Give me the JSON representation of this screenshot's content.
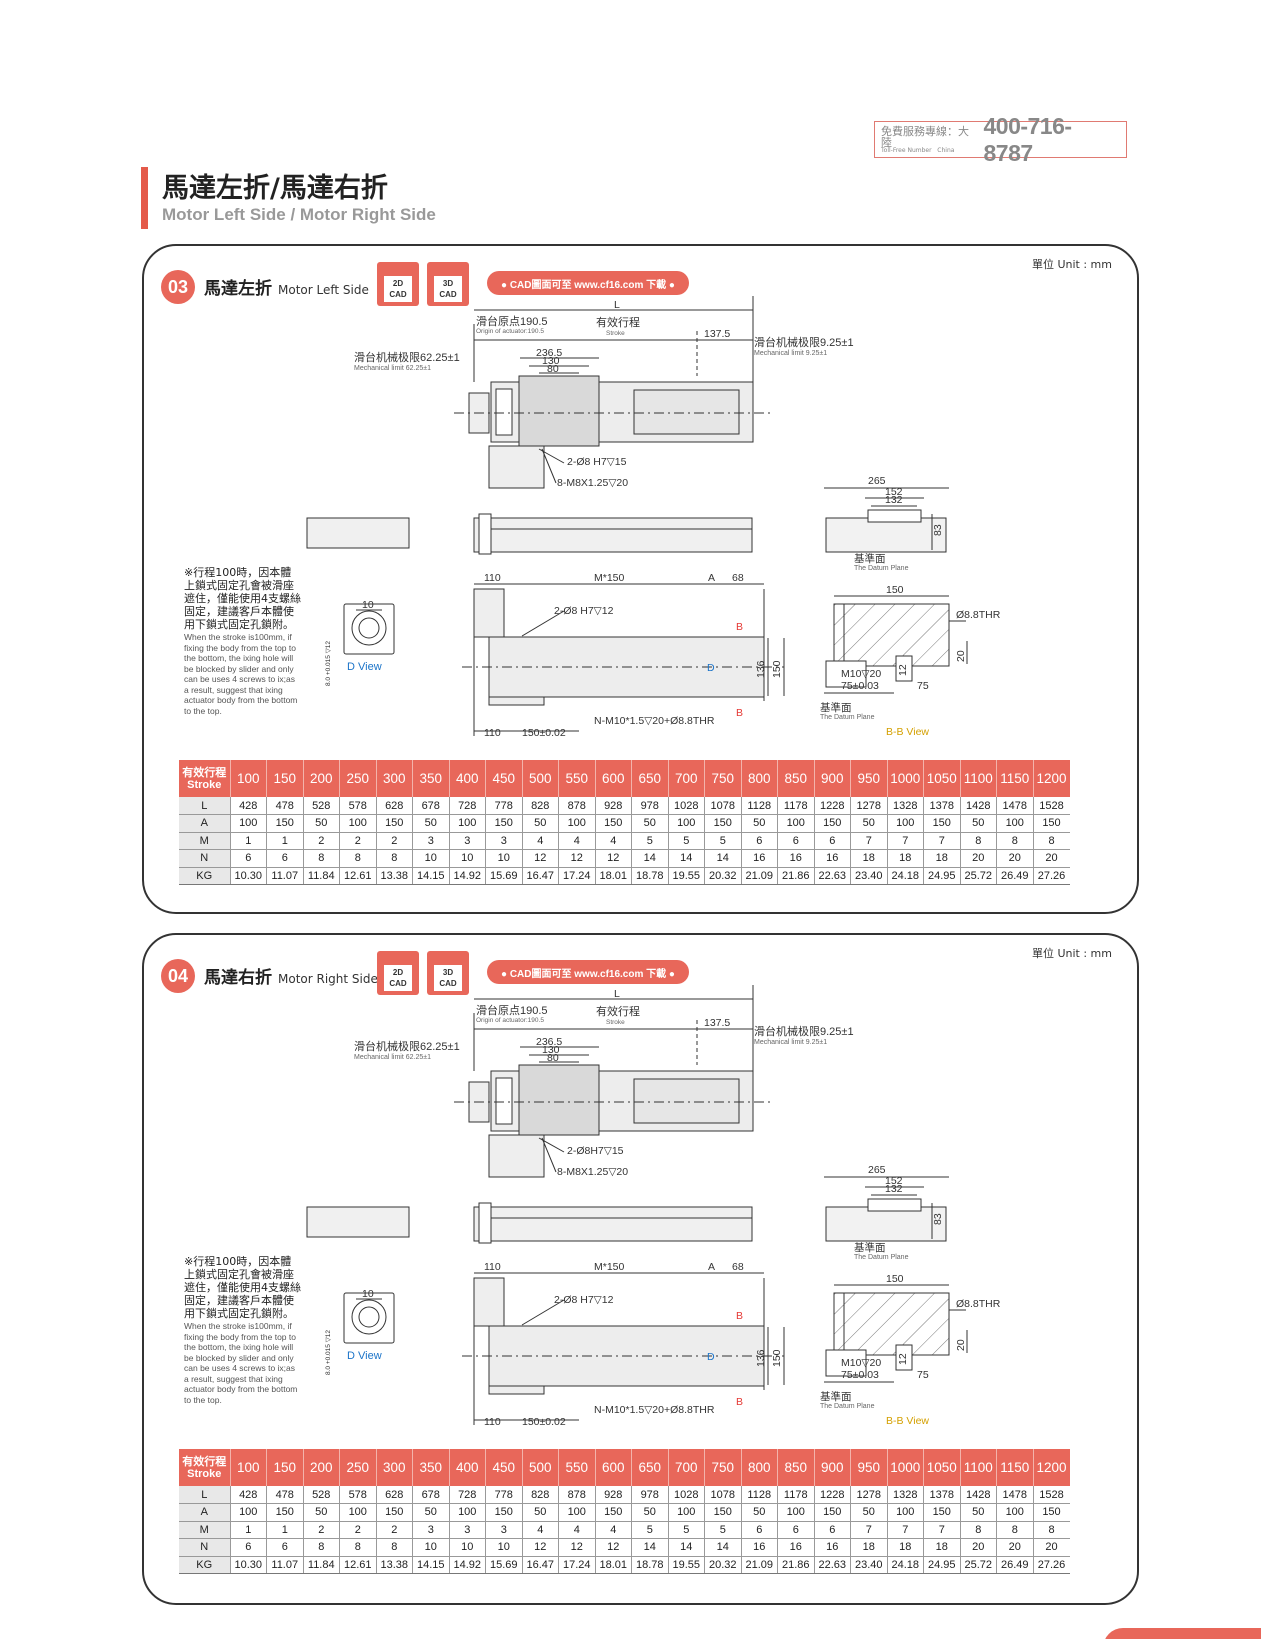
{
  "hotline": {
    "label_zh": "免費服務專線：大陸",
    "label_en": "Toll-Free Number",
    "label_en2": "China",
    "number": "400-716-8787"
  },
  "page_title_zh": "馬達左折/馬達右折",
  "page_title_en": "Motor Left Side / Motor Right Side",
  "sections": [
    {
      "num": "03",
      "title_zh": "馬達左折",
      "title_en": "Motor Left Side",
      "unit": "單位 Unit : mm",
      "cad2d": [
        "2D",
        "CAD"
      ],
      "cad3d": [
        "3D",
        "CAD"
      ],
      "cad_link": "● CAD圖面可至 www.cf16.com 下載 ●",
      "note_zh": "※行程100時，因本體上鎖式固定孔會被滑座遮住，僅能使用4支螺絲固定，建議客戶本體使用下鎖式固定孔鎖附。",
      "note_en": "When the stroke is100mm, if fixing the body from the top to the bottom, the ixing hole will be blocked by slider and only can be uses 4 screws to ix;as a result, suggest that ixing actuator body from the bottom to the top.",
      "dims": {
        "L": "L",
        "origin": "滑台原点190.5",
        "origin_en": "Origin of actuator:190.5",
        "stroke": "有效行程",
        "stroke_en": "Stroke",
        "d1375": "137.5",
        "mech_left": "滑台机械极限62.25±1",
        "mech_left_en": "Mechanical limit 62.25±1",
        "mech_right": "滑台机械极限9.25±1",
        "mech_right_en": "Mechanical limit 9.25±1",
        "d2365": "236.5",
        "d130": "130",
        "d80": "80",
        "hole1": "2-Ø8 H7▽15",
        "hole2": "8-M8X1.25▽20",
        "d265": "265",
        "d152": "152",
        "d132": "132",
        "d83": "83",
        "datum": "基準面",
        "datum_en": "The Datum Plane",
        "d110": "110",
        "m150": "M*150",
        "a": "A",
        "d68": "68",
        "hole3": "2-Ø8 H7▽12",
        "b": "B",
        "d136": "136",
        "d150v": "150",
        "nm10": "N-M10*1.5▽20+Ø8.8THR",
        "d150pm": "150±0.02",
        "d10": "10",
        "dview": "D View",
        "tol": "8.0 +0.015 ▽12",
        "d": "D",
        "bb150": "150",
        "thr": "Ø8.8THR",
        "d20": "20",
        "m10": "M10▽20",
        "d75pm": "75±0.03",
        "d12": "12",
        "d75": "75",
        "bbview": "B-B View"
      }
    },
    {
      "num": "04",
      "title_zh": "馬達右折",
      "title_en": "Motor Right Side",
      "unit": "單位 Unit : mm",
      "cad2d": [
        "2D",
        "CAD"
      ],
      "cad3d": [
        "3D",
        "CAD"
      ],
      "cad_link": "● CAD圖面可至 www.cf16.com 下載 ●",
      "note_zh": "※行程100時，因本體上鎖式固定孔會被滑座遮住，僅能使用4支螺絲固定，建議客戶本體使用下鎖式固定孔鎖附。",
      "note_en": "When the stroke is100mm, if fixing the body from the top to the bottom, the ixing hole will be blocked by slider and only can be uses 4 screws to ix;as a result, suggest that ixing actuator body from the bottom to the top.",
      "dims": {
        "L": "L",
        "origin": "滑台原点190.5",
        "origin_en": "Origin of actuator:190.5",
        "stroke": "有效行程",
        "stroke_en": "Stroke",
        "d1375": "137.5",
        "mech_left": "滑台机械极限62.25±1",
        "mech_left_en": "Mechanical limit 62.25±1",
        "mech_right": "滑台机械极限9.25±1",
        "mech_right_en": "Mechanical limit 9.25±1",
        "d2365": "236.5",
        "d130": "130",
        "d80": "80",
        "hole1": "2-Ø8H7▽15",
        "hole2": "8-M8X1.25▽20",
        "d265": "265",
        "d152": "152",
        "d132": "132",
        "d83": "83",
        "datum": "基準面",
        "datum_en": "The Datum Plane",
        "d110": "110",
        "m150": "M*150",
        "a": "A",
        "d68": "68",
        "hole3": "2-Ø8 H7▽12",
        "b": "B",
        "d136": "136",
        "d150v": "150",
        "nm10": "N-M10*1.5▽20+Ø8.8THR",
        "d150pm": "150±0.02",
        "d10": "10",
        "dview": "D View",
        "tol": "8.0 +0.015 ▽12",
        "d": "D",
        "bb150": "150",
        "thr": "Ø8.8THR",
        "d20": "20",
        "m10": "M10▽20",
        "d75pm": "75±0.03",
        "d12": "12",
        "d75": "75",
        "bbview": "B-B View"
      }
    }
  ],
  "table": {
    "header_zh": "有效行程",
    "header_en": "Stroke",
    "strokes": [
      "100",
      "150",
      "200",
      "250",
      "300",
      "350",
      "400",
      "450",
      "500",
      "550",
      "600",
      "650",
      "700",
      "750",
      "800",
      "850",
      "900",
      "950",
      "1000",
      "1050",
      "1100",
      "1150",
      "1200"
    ],
    "rows": [
      {
        "label": "L",
        "values": [
          "428",
          "478",
          "528",
          "578",
          "628",
          "678",
          "728",
          "778",
          "828",
          "878",
          "928",
          "978",
          "1028",
          "1078",
          "1128",
          "1178",
          "1228",
          "1278",
          "1328",
          "1378",
          "1428",
          "1478",
          "1528"
        ]
      },
      {
        "label": "A",
        "values": [
          "100",
          "150",
          "50",
          "100",
          "150",
          "50",
          "100",
          "150",
          "50",
          "100",
          "150",
          "50",
          "100",
          "150",
          "50",
          "100",
          "150",
          "50",
          "100",
          "150",
          "50",
          "100",
          "150"
        ]
      },
      {
        "label": "M",
        "values": [
          "1",
          "1",
          "2",
          "2",
          "2",
          "3",
          "3",
          "3",
          "4",
          "4",
          "4",
          "5",
          "5",
          "5",
          "6",
          "6",
          "6",
          "7",
          "7",
          "7",
          "8",
          "8",
          "8"
        ]
      },
      {
        "label": "N",
        "values": [
          "6",
          "6",
          "8",
          "8",
          "8",
          "10",
          "10",
          "10",
          "12",
          "12",
          "12",
          "14",
          "14",
          "14",
          "16",
          "16",
          "16",
          "18",
          "18",
          "18",
          "20",
          "20",
          "20"
        ]
      },
      {
        "label": "KG",
        "values": [
          "10.30",
          "11.07",
          "11.84",
          "12.61",
          "13.38",
          "14.15",
          "14.92",
          "15.69",
          "16.47",
          "17.24",
          "18.01",
          "18.78",
          "19.55",
          "20.32",
          "21.09",
          "21.86",
          "22.63",
          "23.40",
          "24.18",
          "24.95",
          "25.72",
          "26.49",
          "27.26"
        ]
      }
    ]
  },
  "colors": {
    "accent": "#e8675a",
    "title_bar": "#e45a4a",
    "view_label": "#1a73c8",
    "marker": "#e53935"
  }
}
